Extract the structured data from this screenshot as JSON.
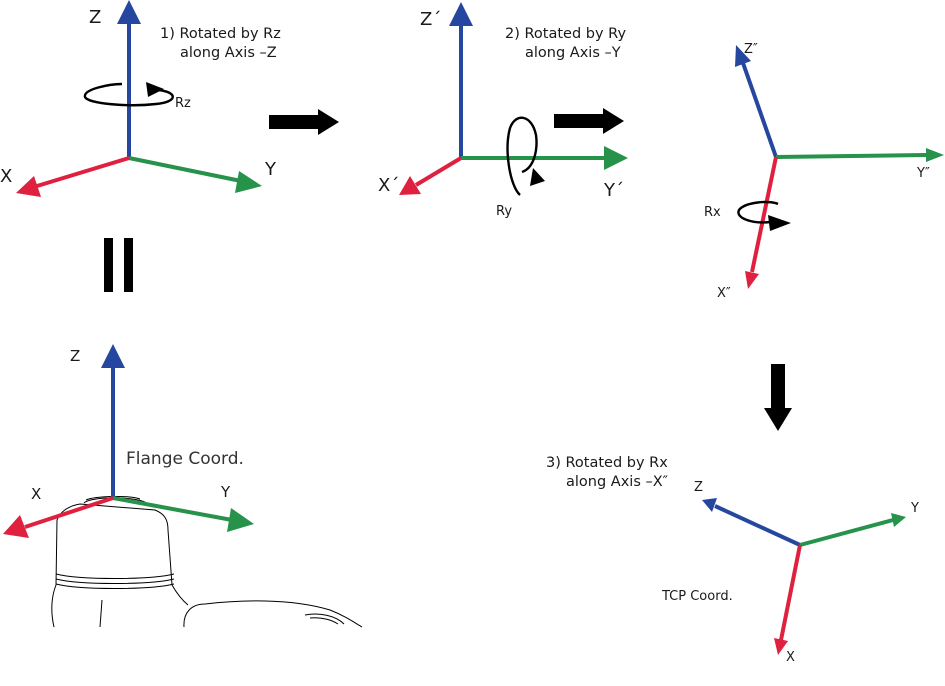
{
  "colors": {
    "x_axis": "#e0203f",
    "y_axis": "#27924a",
    "z_axis": "#2647a0",
    "arrow": "#000000"
  },
  "frame1": {
    "z_label": "Z",
    "x_label": "X",
    "y_label": "Y",
    "rotation_label": "Rz",
    "caption_line1": "1) Rotated by Rz",
    "caption_line2": "along Axis –Z"
  },
  "frame2": {
    "z_label": "Z´",
    "x_label": "X´",
    "y_label": "Y´",
    "rotation_label": "Ry",
    "caption_line1": "2) Rotated by Ry",
    "caption_line2": "along Axis –Y"
  },
  "frame3": {
    "z_label": "Z″",
    "x_label": "X″",
    "y_label": "Y″",
    "rotation_label": "Rx"
  },
  "flange": {
    "z_label": "Z",
    "x_label": "X",
    "y_label": "Y",
    "caption": "Flange Coord."
  },
  "tcp": {
    "z_label": "Z",
    "x_label": "X",
    "y_label": "Y",
    "caption": "TCP Coord.",
    "step_line1": "3) Rotated by Rx",
    "step_line2": "along Axis –X″"
  },
  "icons": {
    "arrows": [
      "right-arrow-icon",
      "right-arrow-icon",
      "down-arrow-icon"
    ],
    "equals": "equals-icon",
    "rotation": "rotation-icon"
  }
}
